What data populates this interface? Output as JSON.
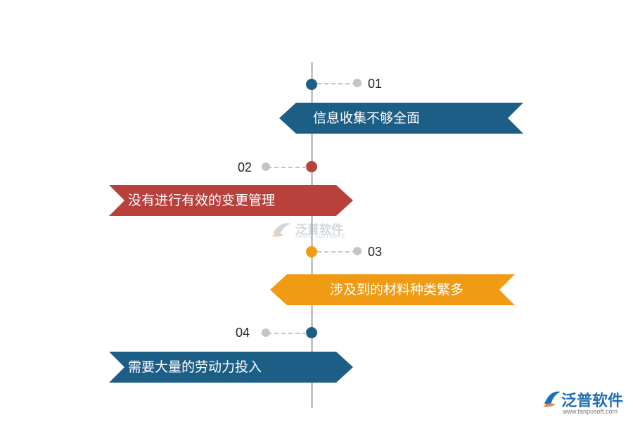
{
  "colors": {
    "blue": "#1d5e87",
    "red": "#b9413c",
    "orange": "#f19a14",
    "axis": "#c4c4c4"
  },
  "steps": [
    {
      "number": "01",
      "label": "信息收集不够全面",
      "color": "blue",
      "side": "right"
    },
    {
      "number": "02",
      "label": "没有进行有效的变更管理",
      "color": "red",
      "side": "left"
    },
    {
      "number": "03",
      "label": "涉及到的材料种类繁多",
      "color": "orange",
      "side": "right"
    },
    {
      "number": "04",
      "label": "需要大量的劳动力投入",
      "color": "blue",
      "side": "left"
    }
  ],
  "watermark": {
    "brand": "泛普软件",
    "sub": "FANPU SOFTWARE",
    "icon": "fanpu-logo-icon"
  },
  "logo": {
    "brand": "泛普软件",
    "url": "www.fanpusoft.com",
    "icon": "fanpu-logo-icon"
  }
}
